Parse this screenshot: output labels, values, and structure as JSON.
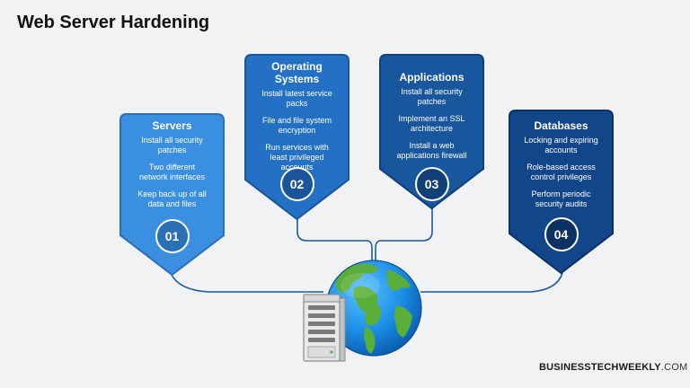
{
  "title": "Web Server Hardening",
  "cards": [
    {
      "title": "Servers",
      "number": "01",
      "color": "#3b8fe0",
      "border": "#2c6fb5",
      "items": [
        "Install all security patches",
        "Two different network interfaces",
        "Keep back up of all data and files"
      ]
    },
    {
      "title": "Operating Systems",
      "number": "02",
      "color": "#2470c4",
      "border": "#1a5499",
      "items": [
        "Install latest service packs",
        "File and file system encryption",
        "Run services with least privileged accounts"
      ]
    },
    {
      "title": "Applications",
      "number": "03",
      "color": "#18569e",
      "border": "#113f78",
      "items": [
        "Install all security patches",
        "Implement an SSL architecture",
        "Install a web applications firewall"
      ]
    },
    {
      "title": "Databases",
      "number": "04",
      "color": "#12468a",
      "border": "#0c3264",
      "items": [
        "Locking and expiring accounts",
        "Role-based access control privileges",
        "Perform periodic security audits"
      ]
    }
  ],
  "brand": {
    "bold": "BUSINESSTECHWEEKLY",
    "thin": ".COM"
  },
  "icons": [
    "globe-icon",
    "server-icon"
  ]
}
